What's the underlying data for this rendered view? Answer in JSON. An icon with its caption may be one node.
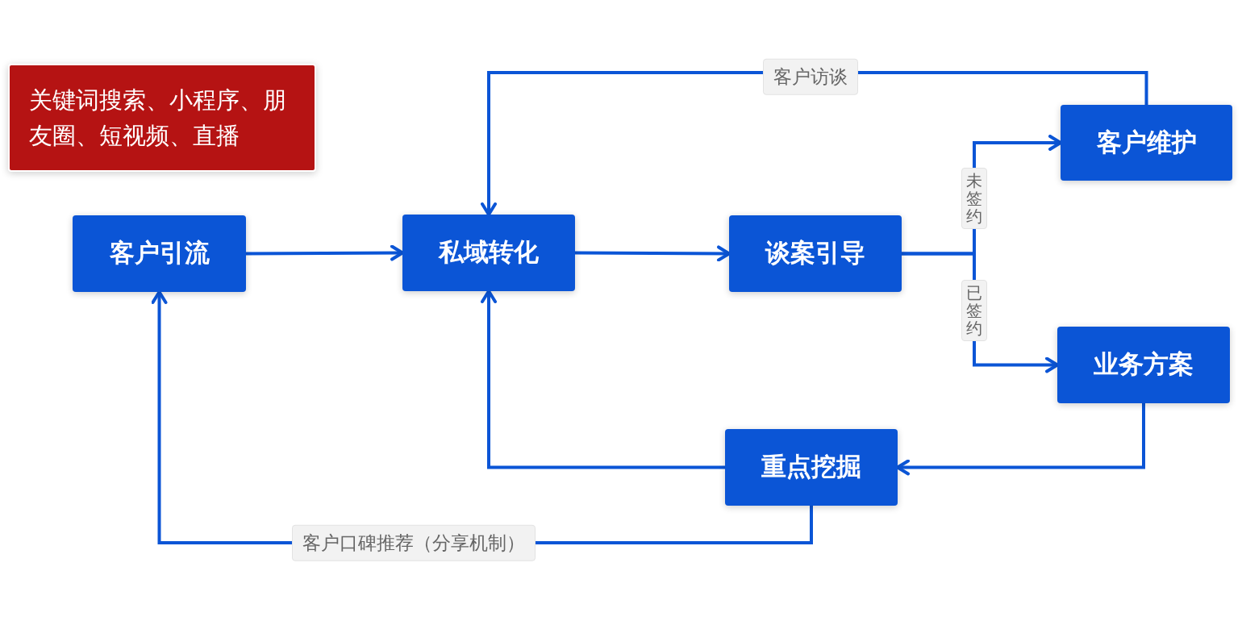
{
  "diagram": {
    "nodes": [
      {
        "text": [
          "关键词搜索、小程序、朋友圈、短视频、直播"
        ]
      },
      {
        "text": [
          "客户引流"
        ]
      },
      {
        "text": [
          "私域转化"
        ]
      },
      {
        "text": [
          "谈案引导"
        ]
      },
      {
        "text": [
          "客户维护"
        ]
      },
      {
        "text": [
          "业务方案"
        ]
      },
      {
        "text": [
          "重点挖掘"
        ]
      }
    ],
    "edges": [
      {
        "from": 1,
        "to": 2,
        "arrow": "to"
      },
      {
        "from": 2,
        "to": 3,
        "arrow": "to"
      },
      {
        "from": 3,
        "to": 4,
        "label": "未签约",
        "arrow": "to"
      },
      {
        "from": 3,
        "to": 5,
        "label": "已签约",
        "arrow": "to"
      },
      {
        "from": 4,
        "to": 2,
        "label": "客户访谈",
        "arrow": "to"
      },
      {
        "from": 5,
        "to": 6,
        "arrow": "to"
      },
      {
        "from": 6,
        "to": 2,
        "arrow": "to"
      },
      {
        "from": 6,
        "to": 1,
        "label": "客户口碑推荐（分享机制）",
        "arrow": "to"
      }
    ]
  }
}
